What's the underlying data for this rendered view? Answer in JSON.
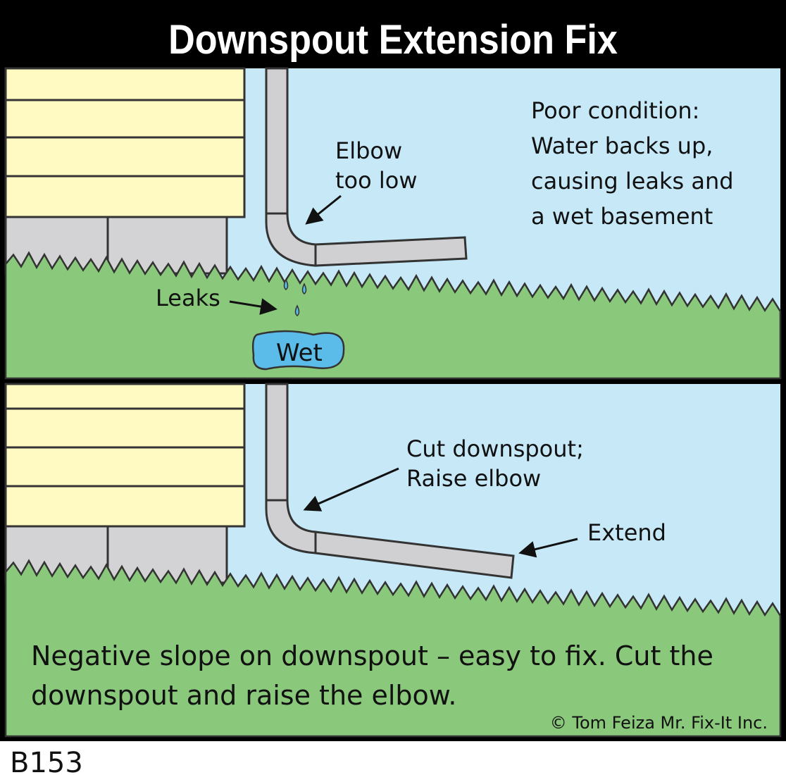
{
  "title": "Downspout Extension Fix",
  "panel_top": {
    "elbow_label_1": "Elbow",
    "elbow_label_2": "too low",
    "condition_lines": [
      "Poor condition:",
      "Water backs up,",
      "causing leaks and",
      "a wet basement"
    ],
    "leaks_label": "Leaks",
    "wet_label": "Wet"
  },
  "panel_bottom": {
    "cut_label_1": "Cut downspout;",
    "cut_label_2": "Raise elbow",
    "extend_label": "Extend",
    "caption_1": "Negative slope on downspout – easy to fix. Cut the",
    "caption_2": "downspout and raise the elbow.",
    "copyright": "© Tom Feiza Mr. Fix-It Inc."
  },
  "code": "B153",
  "colors": {
    "sky": "#c6e8f7",
    "siding": "#fff9c2",
    "foundation": "#d3d3d5",
    "grass": "#8ac87b",
    "pipe": "#d0d0d2",
    "water": "#5bbbe9",
    "frame": "#000000"
  }
}
